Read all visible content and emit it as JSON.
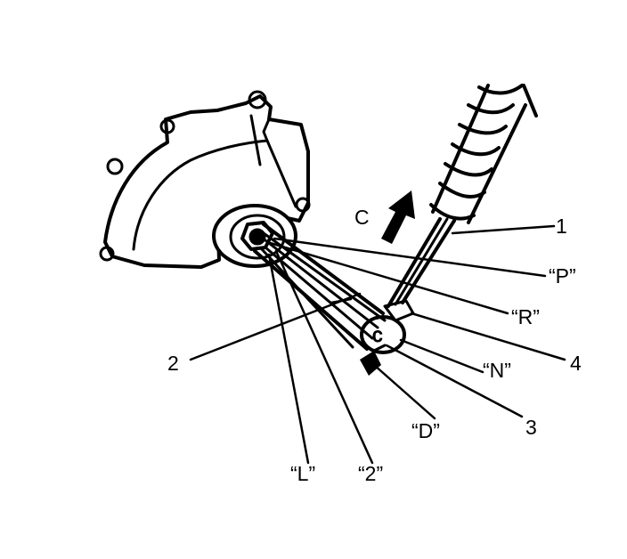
{
  "diagram": {
    "colors": {
      "ink": "#000000",
      "paper": "#ffffff"
    },
    "labels": {
      "callout_1": "1",
      "callout_2": "2",
      "callout_3": "3",
      "callout_4": "4",
      "direction": "C",
      "pos_P": "“P”",
      "pos_R": "“R”",
      "pos_N": "“N”",
      "pos_D": "“D”",
      "pos_2": "“2”",
      "pos_L": "“L”"
    }
  }
}
